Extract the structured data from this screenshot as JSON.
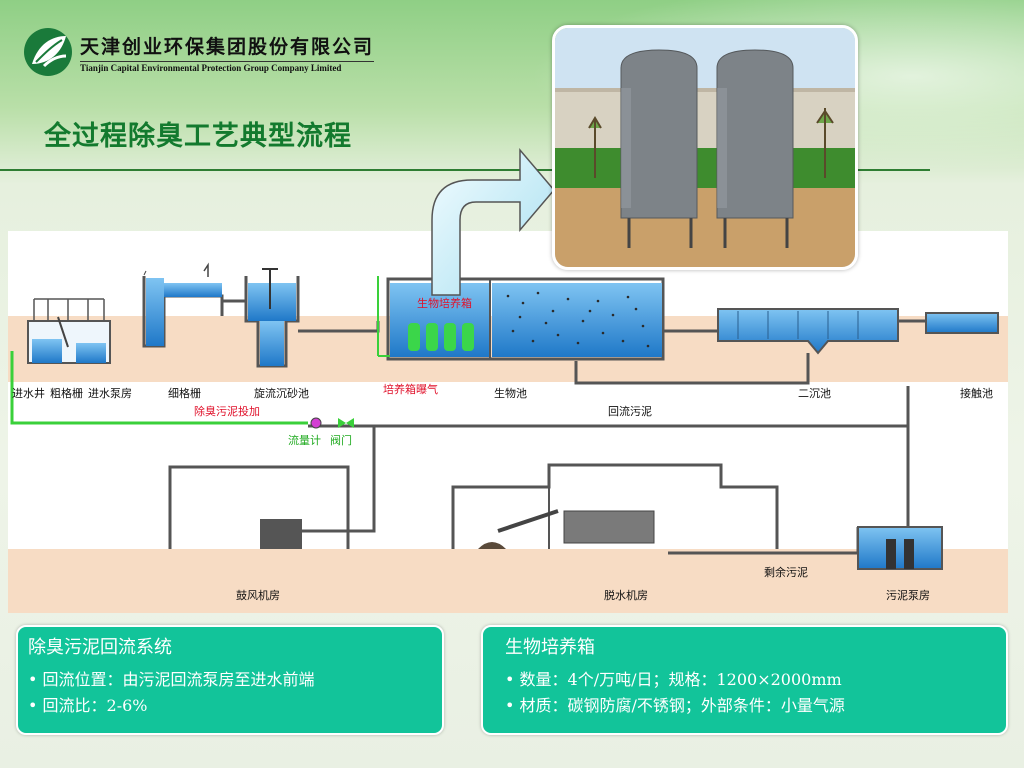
{
  "company": {
    "name_cn": "天津创业环保集团股份有限公司",
    "name_en": "Tianjin Capital Environmental Protection Group Company Limited"
  },
  "page": {
    "title": "全过程除臭工艺典型流程"
  },
  "diagram": {
    "labels": {
      "intake_well": "进水井",
      "coarse_screen": "粗格栅",
      "intake_pump_house": "进水泵房",
      "fine_screen": "细格栅",
      "grit_chamber": "旋流沉砂池",
      "culture_box_aeration": "培养箱曝气",
      "bio_tank": "生物池",
      "secondary_clarifier": "二沉池",
      "contact_tank": "接触池",
      "deodor_sludge_dosing": "除臭污泥投加",
      "flow_meter": "流量计",
      "valve": "阀门",
      "return_sludge": "回流污泥",
      "culture_box": "生物培养箱",
      "blower_room": "鼓风机房",
      "dewatering_room": "脱水机房",
      "excess_sludge": "剩余污泥",
      "sludge_pump_room": "污泥泵房"
    }
  },
  "info_left": {
    "title": "除臭污泥回流系统",
    "items": [
      "回流位置：由污泥回流泵房至进水前端",
      "回流比：2-6%"
    ]
  },
  "info_right": {
    "title": "生物培养箱",
    "items": [
      "数量：4个/万吨/日；规格：1200×2000mm",
      "材质：碳钢防腐/不锈钢；外部条件：小量气源"
    ]
  },
  "colors": {
    "title": "#137a2e",
    "water": "#2b8fd6",
    "pipe": "#4a4a4a",
    "green_line": "#3ad03a",
    "red_label": "#e0102a",
    "box": "#12c49a"
  }
}
